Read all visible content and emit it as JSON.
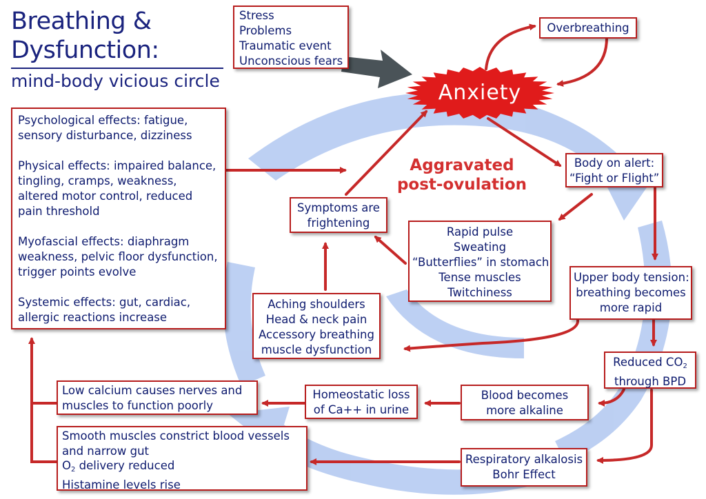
{
  "title": {
    "line1": "Breathing &",
    "line2": "Dysfunction:",
    "subtitle": "mind-body vicious circle"
  },
  "center_label": "Anxiety",
  "aggravated": {
    "line1": "Aggravated",
    "line2": "post-ovulation"
  },
  "boxes": {
    "stress": [
      "Stress",
      "Problems",
      "Traumatic event",
      "Unconscious fears"
    ],
    "overbreathing": [
      "Overbreathing"
    ],
    "effects": {
      "psychological": [
        "Psychological effects: fatigue,",
        "sensory disturbance, dizziness"
      ],
      "physical": [
        "Physical effects: impaired balance,",
        "tingling, cramps, weakness,",
        "altered motor control, reduced",
        "pain threshold"
      ],
      "myofascial": [
        "Myofascial effects: diaphragm",
        "weakness, pelvic floor dysfunction,",
        "trigger points evolve"
      ],
      "systemic": [
        "Systemic effects: gut, cardiac,",
        "allergic reactions increase"
      ]
    },
    "body_alert": [
      "Body on alert:",
      "“Fight or Flight”"
    ],
    "symptoms": [
      "Symptoms are",
      "frightening"
    ],
    "rapid_pulse": [
      "Rapid pulse",
      "Sweating",
      "“Butterflies” in stomach",
      "Tense muscles",
      "Twitchiness"
    ],
    "upper_body": [
      "Upper body tension:",
      "breathing becomes",
      "more rapid"
    ],
    "aching": [
      "Aching shoulders",
      "Head & neck pain",
      "Accessory breathing",
      "muscle dysfunction"
    ],
    "reduced_co2": {
      "pre": "Reduced CO",
      "sub": "2",
      "line2": "through BPD"
    },
    "low_calcium": [
      "Low calcium causes nerves and",
      "muscles to function poorly"
    ],
    "homeostatic": [
      "Homeostatic loss",
      "of Ca++ in urine"
    ],
    "alkaline": [
      "Blood becomes",
      "more alkaline"
    ],
    "smooth": {
      "line1": "Smooth muscles constrict blood vessels",
      "line2": "and narrow gut",
      "line3_pre": "O",
      "line3_sub": "2",
      "line3_post": " delivery reduced",
      "line4": "Histamine levels rise"
    },
    "respiratory": [
      "Respiratory alkalosis",
      "Bohr Effect"
    ]
  },
  "colors": {
    "title_blue": "#1a237e",
    "text_navy": "#0d1a6e",
    "arrow_red": "#c62828",
    "box_border": "#b71c1c",
    "anxiety_red": "#e01b1b",
    "cycle_blue": "#b9cdf2",
    "gray_arrow": "#4a5358"
  }
}
